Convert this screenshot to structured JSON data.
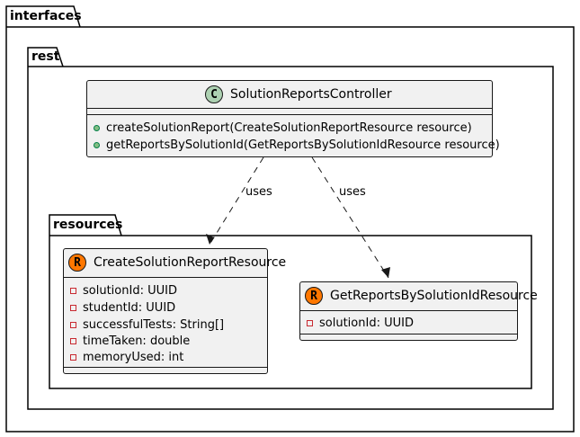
{
  "packages": {
    "interfaces": "interfaces",
    "rest": "rest",
    "resources": "resources"
  },
  "controller": {
    "stereotype": "C",
    "name": "SolutionReportsController",
    "methods": [
      "createSolutionReport(CreateSolutionReportResource resource)",
      "getReportsBySolutionId(GetReportsBySolutionIdResource resource)"
    ]
  },
  "create_resource": {
    "stereotype": "R",
    "name": "CreateSolutionReportResource",
    "fields": [
      "solutionId: UUID",
      "studentId: UUID",
      "successfulTests: String[]",
      "timeTaken: double",
      "memoryUsed: int"
    ]
  },
  "get_resource": {
    "stereotype": "R",
    "name": "GetReportsBySolutionIdResource",
    "fields": [
      "solutionId: UUID"
    ]
  },
  "relations": [
    {
      "from": "SolutionReportsController",
      "to": "CreateSolutionReportResource",
      "label": "uses"
    },
    {
      "from": "SolutionReportsController",
      "to": "GetReportsBySolutionIdResource",
      "label": "uses"
    }
  ],
  "colors": {
    "class_fill": "#f1f1f1",
    "border": "#181818",
    "class_badge": "#add1b2",
    "record_badge": "#ff7700",
    "public_method": "#84be84",
    "private_field": "#c82930"
  }
}
